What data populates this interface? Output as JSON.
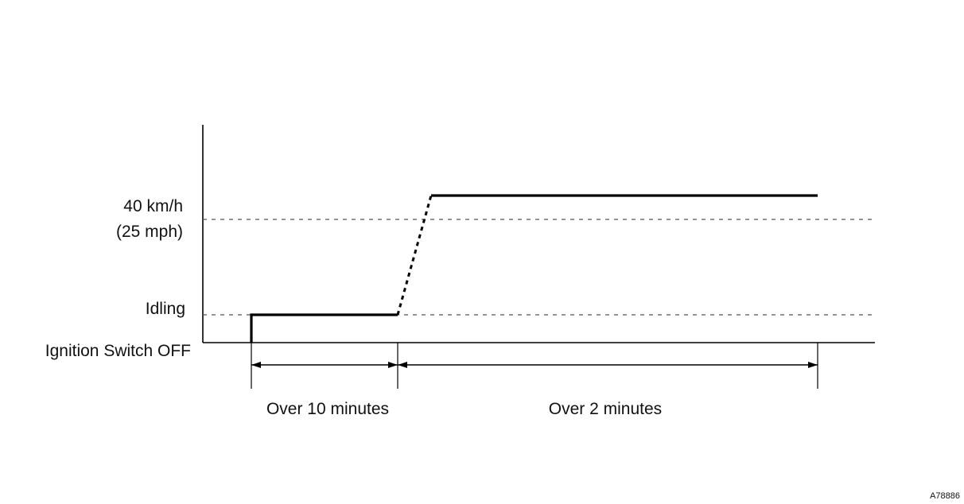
{
  "diagram": {
    "levels": {
      "speed_line1": "40 km/h",
      "speed_line2": "(25 mph)",
      "idling": "Idling",
      "ignition_off": "Ignition Switch OFF"
    },
    "durations": {
      "first": "Over 10 minutes",
      "second": "Over 2 minutes"
    },
    "figure_id": "A78886",
    "colors": {
      "line": "#000000",
      "guide": "#555555"
    }
  }
}
